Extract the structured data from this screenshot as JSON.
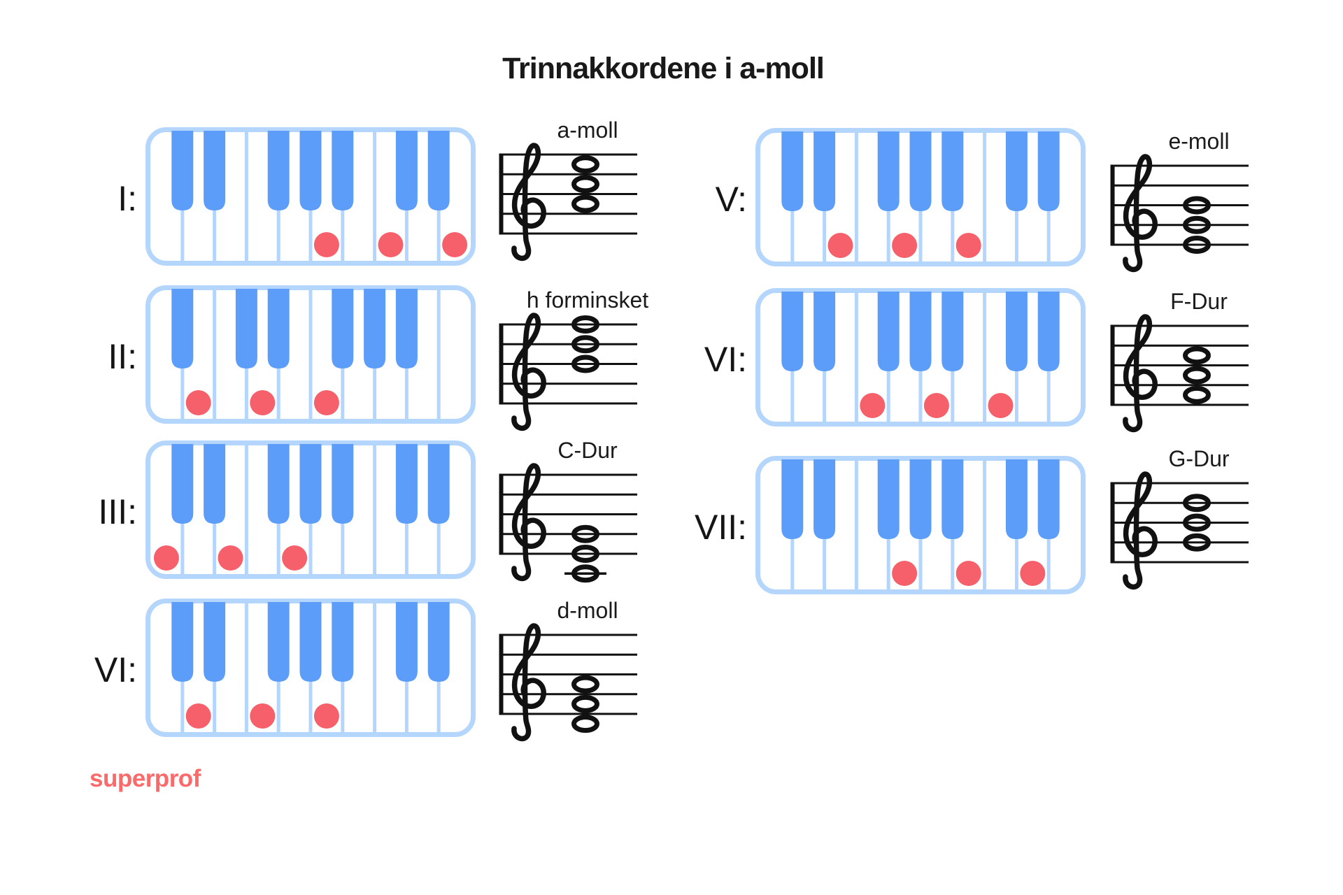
{
  "title": "Trinnakkordene i a-moll",
  "watermark": "superprof",
  "colors": {
    "key_blue": "#5b9df8",
    "frame_blue": "#b5d6fc",
    "dot_red": "#f5606a",
    "brand_red": "#fa6a6a",
    "ink": "#151515"
  },
  "rows": [
    {
      "numeral": "I:",
      "chord_label": "a-moll",
      "column": "left",
      "keyboard_start": "C",
      "marked_notes": [
        "A",
        "C",
        "E"
      ],
      "marked_white_keys": [
        6,
        8,
        10
      ],
      "staff_positions": [
        5,
        3,
        1
      ],
      "ledger_positions": []
    },
    {
      "numeral": "II:",
      "chord_label": "h forminsket",
      "column": "left",
      "keyboard_start": "A",
      "marked_notes": [
        "H",
        "D",
        "F"
      ],
      "marked_white_keys": [
        2,
        4,
        6
      ],
      "staff_positions": [
        4,
        2,
        0
      ],
      "ledger_positions": []
    },
    {
      "numeral": "III:",
      "chord_label": "C-Dur",
      "column": "left",
      "keyboard_start": "C",
      "marked_notes": [
        "C",
        "E",
        "G"
      ],
      "marked_white_keys": [
        1,
        3,
        5
      ],
      "staff_positions": [
        10,
        8,
        6
      ],
      "ledger_positions": [
        10
      ]
    },
    {
      "numeral": "VI:",
      "chord_label": "d-moll",
      "column": "left",
      "keyboard_start": "C",
      "marked_notes": [
        "D",
        "F",
        "A"
      ],
      "marked_white_keys": [
        2,
        4,
        6
      ],
      "staff_positions": [
        9,
        7,
        5
      ],
      "ledger_positions": []
    },
    {
      "numeral": "V:",
      "chord_label": "e-moll",
      "column": "right",
      "keyboard_start": "C",
      "marked_notes": [
        "E",
        "G",
        "H"
      ],
      "marked_white_keys": [
        3,
        5,
        7
      ],
      "staff_positions": [
        8,
        6,
        4
      ],
      "ledger_positions": []
    },
    {
      "numeral": "VI:",
      "chord_label": "F-Dur",
      "column": "right",
      "keyboard_start": "C",
      "marked_notes": [
        "F",
        "A",
        "C"
      ],
      "marked_white_keys": [
        4,
        6,
        8
      ],
      "staff_positions": [
        7,
        5,
        3
      ],
      "ledger_positions": []
    },
    {
      "numeral": "VII:",
      "chord_label": "G-Dur",
      "column": "right",
      "keyboard_start": "C",
      "marked_notes": [
        "G",
        "H",
        "D"
      ],
      "marked_white_keys": [
        5,
        7,
        9
      ],
      "staff_positions": [
        6,
        4,
        2
      ],
      "ledger_positions": []
    }
  ]
}
